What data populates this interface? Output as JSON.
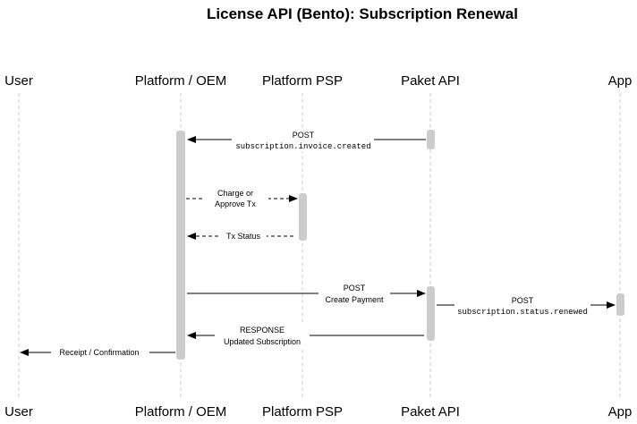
{
  "title": "License API (Bento): Subscription Renewal",
  "participants": [
    "User",
    "Platform / OEM",
    "Platform PSP",
    "Paket API",
    "App"
  ],
  "messages": [
    {
      "from": "Paket API",
      "to": "Platform / OEM",
      "style": "solid",
      "lines": [
        "POST",
        "subscription.invoice.created"
      ]
    },
    {
      "from": "Platform / OEM",
      "to": "Platform PSP",
      "style": "dashed",
      "lines": [
        "Charge or",
        "Approve Tx"
      ]
    },
    {
      "from": "Platform PSP",
      "to": "Platform / OEM",
      "style": "dashed",
      "lines": [
        "Tx Status"
      ]
    },
    {
      "from": "Platform / OEM",
      "to": "Paket API",
      "style": "solid",
      "lines": [
        "POST",
        "Create Payment"
      ]
    },
    {
      "from": "Paket API",
      "to": "App",
      "style": "solid",
      "lines": [
        "POST",
        "subscription.status.renewed"
      ]
    },
    {
      "from": "Paket API",
      "to": "Platform / OEM",
      "style": "solid",
      "lines": [
        "RESPONSE",
        "Updated Subscription"
      ]
    },
    {
      "from": "Platform / OEM",
      "to": "User",
      "style": "solid",
      "lines": [
        "Receipt / Confirmation"
      ]
    }
  ],
  "colors": {
    "lifeline": "#cccccc",
    "activation": "#cccccc",
    "arrow": "#000000",
    "text": "#000000"
  }
}
